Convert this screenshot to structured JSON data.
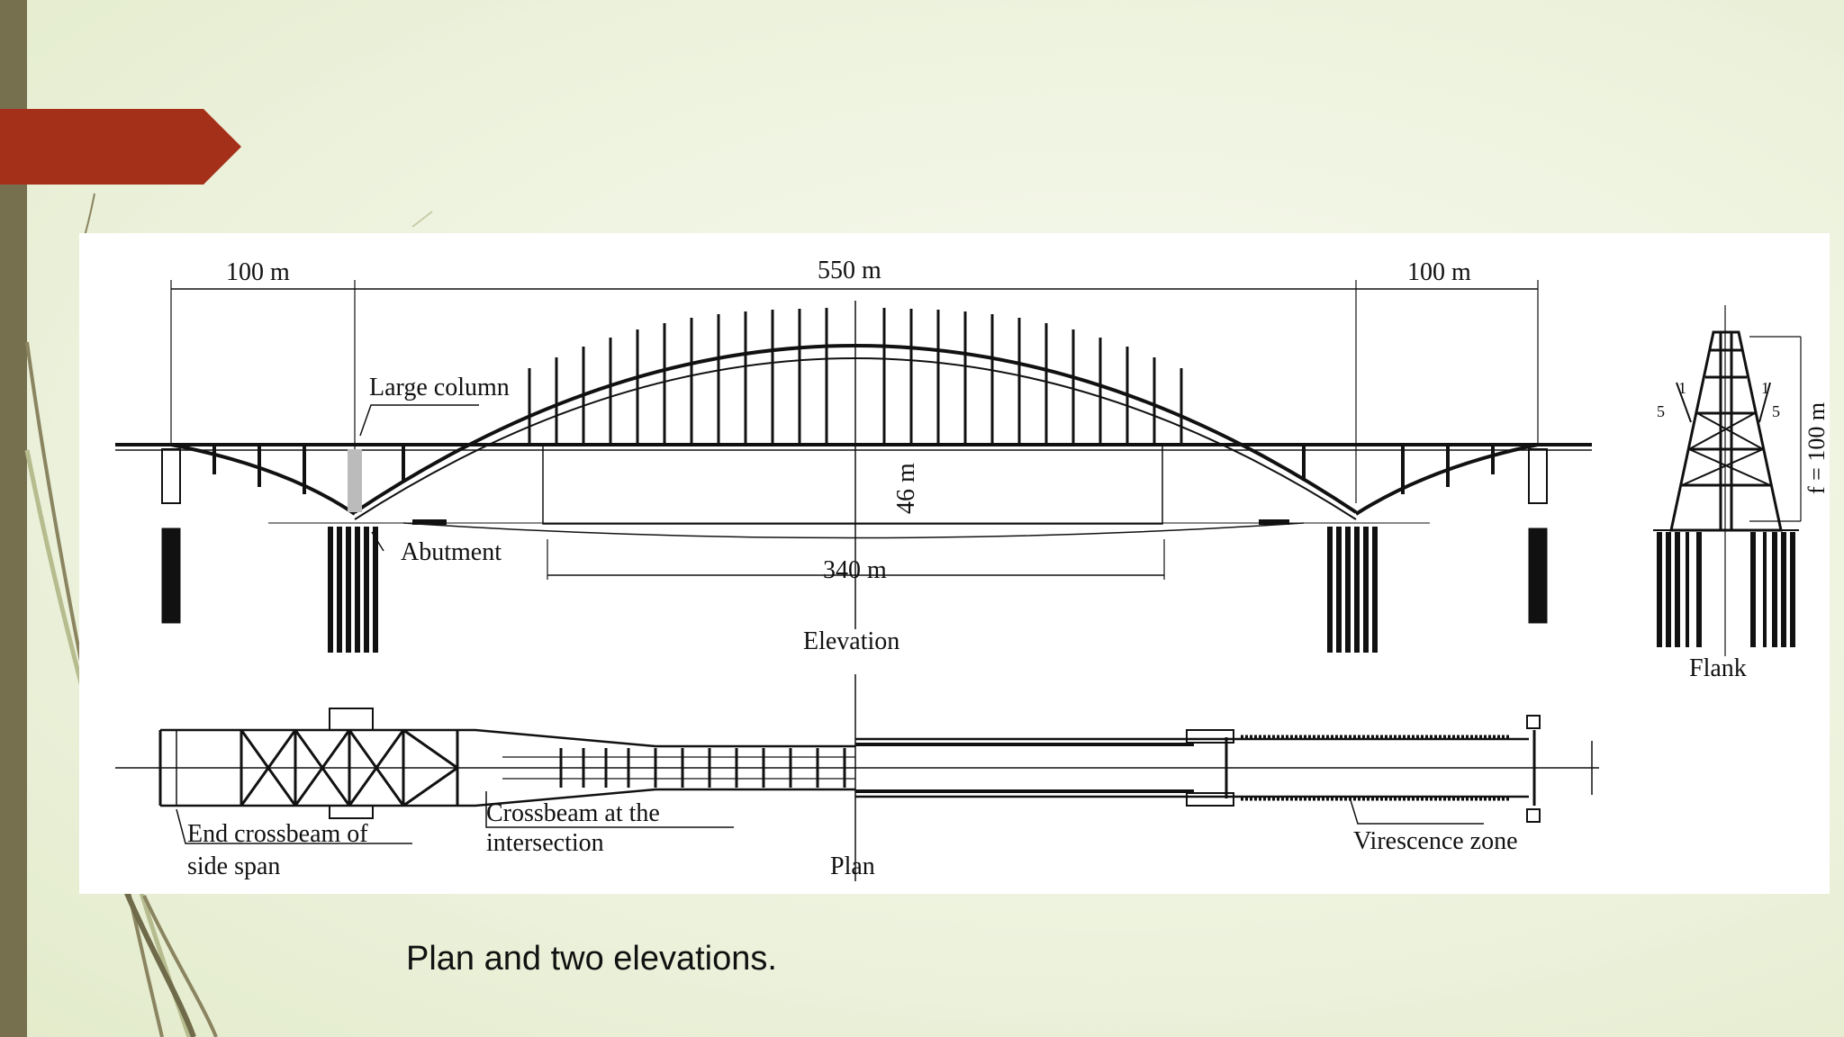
{
  "slide": {
    "caption": "Plan and two elevations.",
    "colors": {
      "accent_ribbon": "#a5301a",
      "left_bar": "#77704f",
      "background": "#eef3df"
    }
  },
  "diagram": {
    "dimensions": {
      "left_span": "100 m",
      "main_span": "550 m",
      "right_span": "100 m",
      "clearance": "46 m",
      "navigation_width": "340 m",
      "rise": "f = 100 m"
    },
    "labels": {
      "large_column": "Large column",
      "abutment": "Abutment",
      "elevation": "Elevation",
      "flank": "Flank",
      "end_crossbeam_line1": "End crossbeam of",
      "end_crossbeam_line2": "side span",
      "crossbeam_line1": "Crossbeam at the",
      "crossbeam_line2": "intersection",
      "plan": "Plan",
      "virescence": "Virescence zone",
      "section_mark_left": "1",
      "section_mark_right": "1",
      "section_num_left": "5",
      "section_num_right": "5"
    }
  }
}
